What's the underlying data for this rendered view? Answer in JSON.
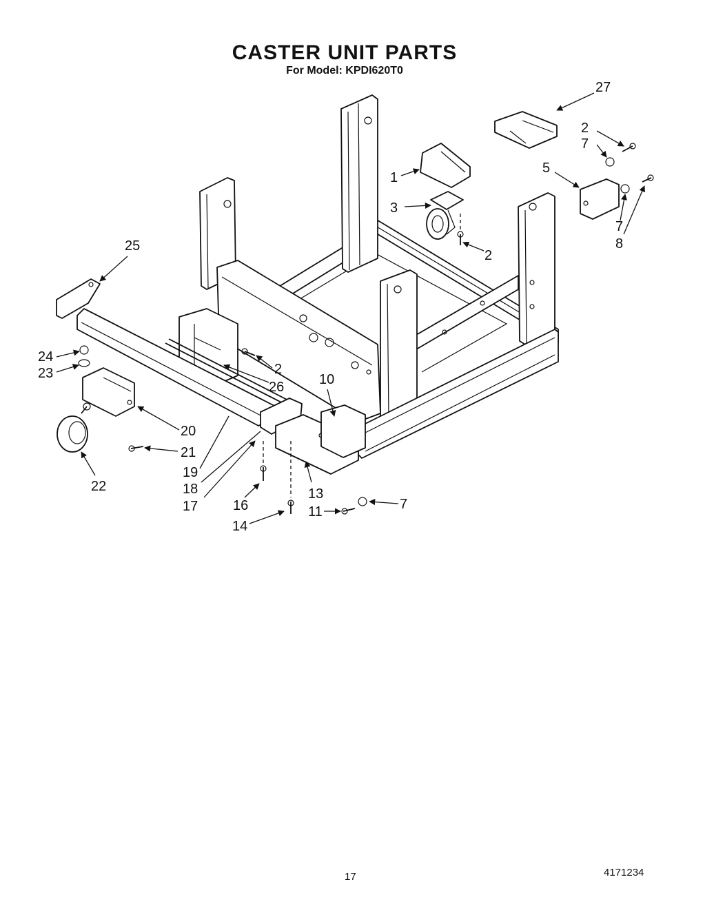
{
  "header": {
    "title": "CASTER UNIT PARTS",
    "subtitle": "For Model: KPDI620T0"
  },
  "callouts": [
    {
      "num": "27"
    },
    {
      "num": "2"
    },
    {
      "num": "7"
    },
    {
      "num": "1"
    },
    {
      "num": "5"
    },
    {
      "num": "3"
    },
    {
      "num": "7"
    },
    {
      "num": "8"
    },
    {
      "num": "2"
    },
    {
      "num": "25"
    },
    {
      "num": "24"
    },
    {
      "num": "23"
    },
    {
      "num": "2"
    },
    {
      "num": "26"
    },
    {
      "num": "10"
    },
    {
      "num": "20"
    },
    {
      "num": "21"
    },
    {
      "num": "19"
    },
    {
      "num": "18"
    },
    {
      "num": "17"
    },
    {
      "num": "22"
    },
    {
      "num": "16"
    },
    {
      "num": "13"
    },
    {
      "num": "7"
    },
    {
      "num": "11"
    },
    {
      "num": "14"
    }
  ],
  "footer": {
    "page_number": "17",
    "doc_number": "4171234"
  }
}
